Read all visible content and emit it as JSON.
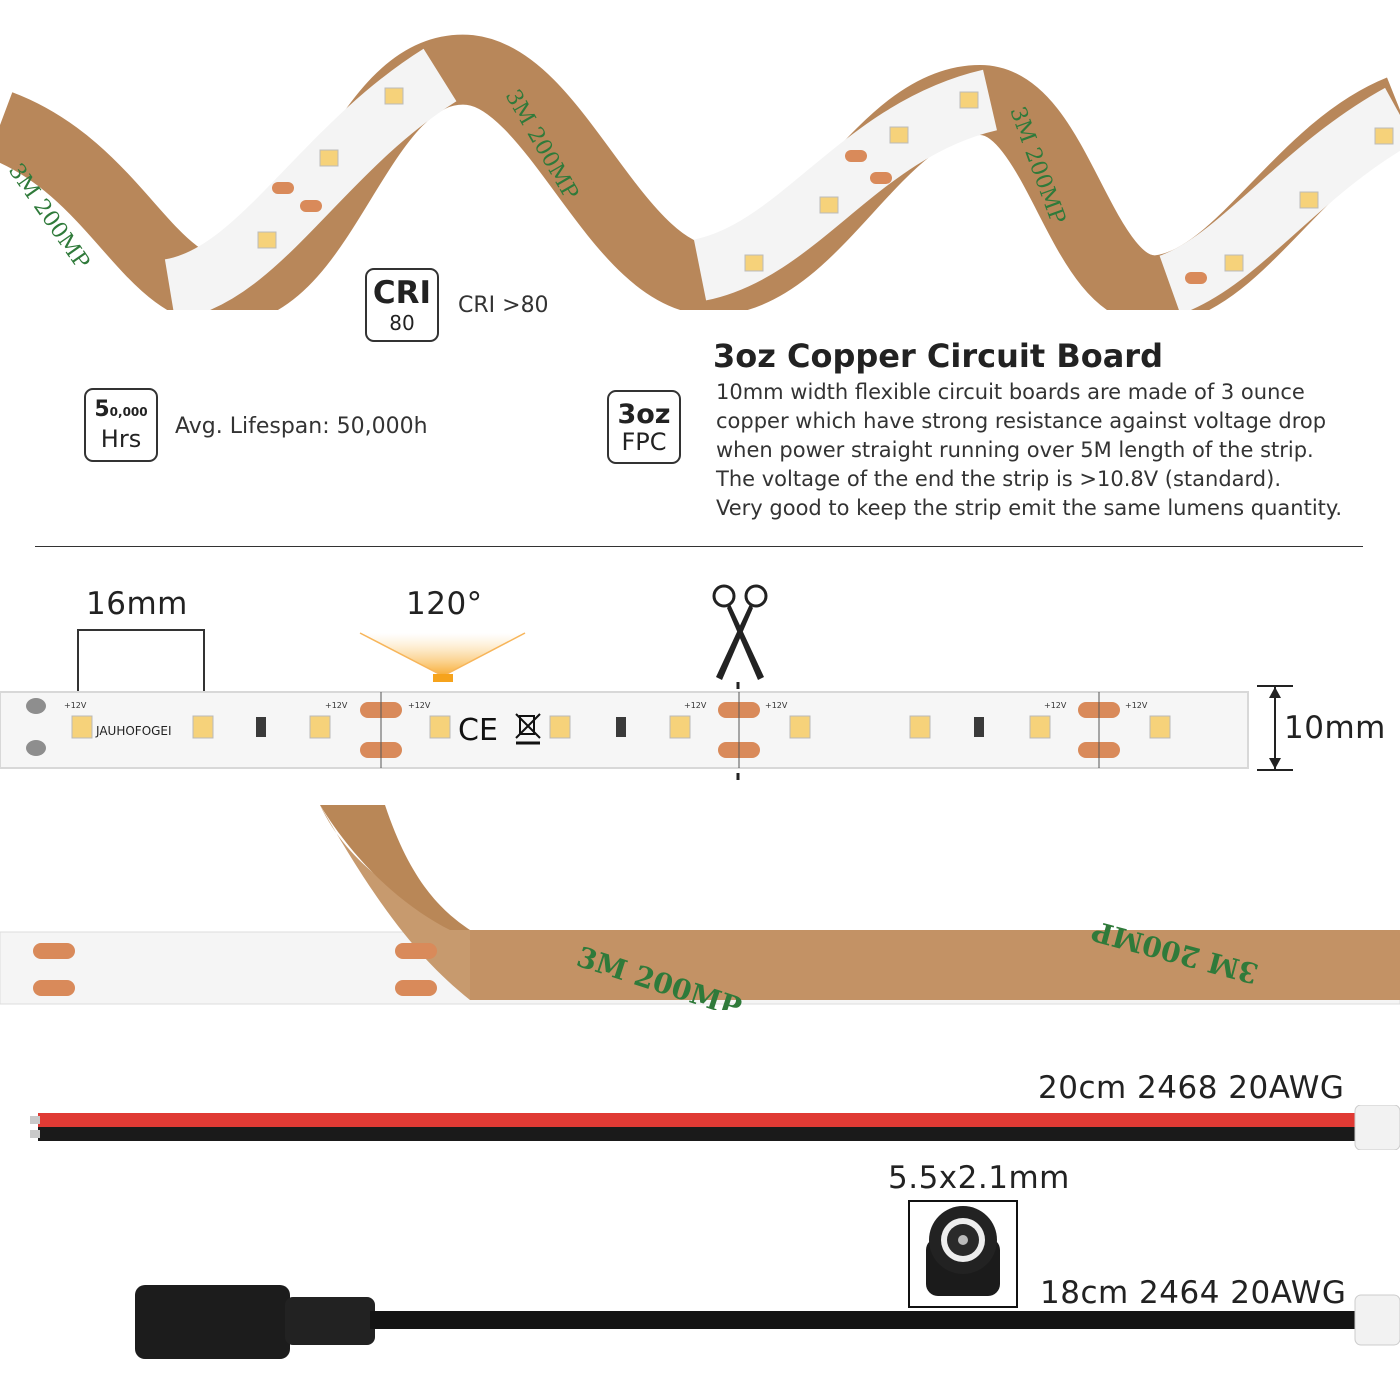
{
  "features": {
    "cri": {
      "badge_top": "CRI",
      "badge_bottom": "80",
      "label": "CRI >80"
    },
    "lifespan": {
      "badge_big": "5",
      "badge_small": "0,000",
      "badge_bottom": "Hrs",
      "label": "Avg. Lifespan: 50,000h"
    },
    "copper": {
      "badge_top": "3oz",
      "badge_bottom": "FPC",
      "heading": "3oz Copper Circuit Board",
      "lines": [
        "10mm width flexible circuit boards are made of 3 ounce",
        "copper which have strong resistance against voltage drop",
        "when power straight running over 5M length of the strip.",
        "The voltage of the end the strip is >10.8V (standard).",
        "Very good to keep the strip emit the same lumens quantity."
      ]
    }
  },
  "strip": {
    "segment_label": "16mm",
    "angle_label": "120°",
    "width_label": "10mm",
    "brand": "JAUHOFOGEI",
    "ce_mark": "CE",
    "voltage_label": "+12V",
    "tape_text": "3M 200MP"
  },
  "cables": {
    "wire1_label": "20cm 2468 20AWG",
    "jack_label": "5.5x2.1mm",
    "wire2_label": "18cm 2464 20AWG"
  },
  "colors": {
    "tape": "#b8875a",
    "pad": "#d98a5a",
    "led": "#f6d27a",
    "red_wire": "#e03a34",
    "black_wire": "#1a1a1a"
  }
}
